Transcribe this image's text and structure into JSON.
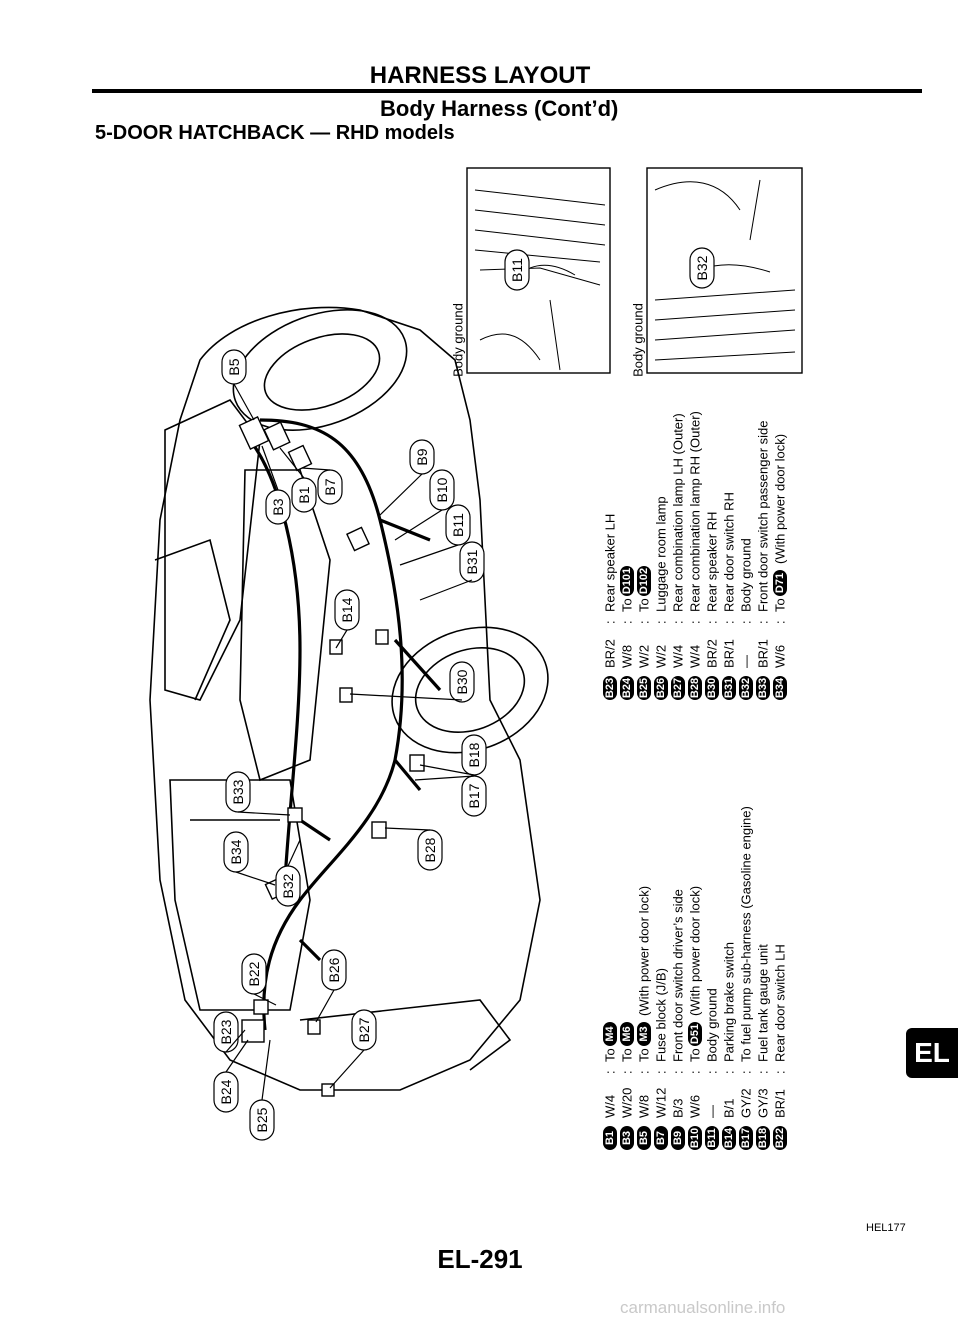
{
  "header": {
    "title": "HARNESS LAYOUT",
    "subtitle": "Body Harness (Cont’d)",
    "section": "5-DOOR HATCHBACK — RHD models"
  },
  "callouts": [
    "B5",
    "B3",
    "B1",
    "B7",
    "B9",
    "B10",
    "B11",
    "B31",
    "B14",
    "B30",
    "B18",
    "B17",
    "B28",
    "B33",
    "B34",
    "B32",
    "B22",
    "B26",
    "B23",
    "B27",
    "B24",
    "B25"
  ],
  "ground_insets": [
    {
      "label": "Body ground",
      "connector": "B11"
    },
    {
      "label": "Body ground",
      "connector": "B32"
    }
  ],
  "legend_left": [
    {
      "tag": "B1",
      "color": "W/4",
      "desc_pre": "To",
      "ref": "M4",
      "desc": ""
    },
    {
      "tag": "B3",
      "color": "W/20",
      "desc_pre": "To",
      "ref": "M6",
      "desc": ""
    },
    {
      "tag": "B5",
      "color": "W/8",
      "desc_pre": "To",
      "ref": "M3",
      "desc": "(With power door lock)"
    },
    {
      "tag": "B7",
      "color": "W/12",
      "desc_pre": "",
      "ref": "",
      "desc": "Fuse block (J/B)"
    },
    {
      "tag": "B9",
      "color": "B/3",
      "desc_pre": "",
      "ref": "",
      "desc": "Front door switch driver’s side"
    },
    {
      "tag": "B10",
      "color": "W/6",
      "desc_pre": "To",
      "ref": "D51",
      "desc": "(With power door lock)"
    },
    {
      "tag": "B11",
      "color": "—",
      "desc_pre": "",
      "ref": "",
      "desc": "Body ground"
    },
    {
      "tag": "B14",
      "color": "B/1",
      "desc_pre": "",
      "ref": "",
      "desc": "Parking brake switch"
    },
    {
      "tag": "B17",
      "color": "GY/2",
      "desc_pre": "",
      "ref": "",
      "desc": "To fuel pump sub-harness (Gasoline engine)"
    },
    {
      "tag": "B18",
      "color": "GY/3",
      "desc_pre": "",
      "ref": "",
      "desc": "Fuel tank gauge unit"
    },
    {
      "tag": "B22",
      "color": "BR/1",
      "desc_pre": "",
      "ref": "",
      "desc": "Rear door switch LH"
    }
  ],
  "legend_right": [
    {
      "tag": "B23",
      "color": "BR/2",
      "desc_pre": "",
      "ref": "",
      "desc": "Rear speaker LH"
    },
    {
      "tag": "B24",
      "color": "W/8",
      "desc_pre": "To",
      "ref": "D101",
      "desc": ""
    },
    {
      "tag": "B25",
      "color": "W/2",
      "desc_pre": "To",
      "ref": "D102",
      "desc": ""
    },
    {
      "tag": "B26",
      "color": "W/2",
      "desc_pre": "",
      "ref": "",
      "desc": "Luggage room lamp"
    },
    {
      "tag": "B27",
      "color": "W/4",
      "desc_pre": "",
      "ref": "",
      "desc": "Rear combination lamp LH (Outer)"
    },
    {
      "tag": "B28",
      "color": "W/4",
      "desc_pre": "",
      "ref": "",
      "desc": "Rear combination lamp RH (Outer)"
    },
    {
      "tag": "B30",
      "color": "BR/2",
      "desc_pre": "",
      "ref": "",
      "desc": "Rear speaker RH"
    },
    {
      "tag": "B31",
      "color": "BR/1",
      "desc_pre": "",
      "ref": "",
      "desc": "Rear door switch RH"
    },
    {
      "tag": "B32",
      "color": "—",
      "desc_pre": "",
      "ref": "",
      "desc": "Body ground"
    },
    {
      "tag": "B33",
      "color": "BR/1",
      "desc_pre": "",
      "ref": "",
      "desc": "Front door switch passenger side"
    },
    {
      "tag": "B34",
      "color": "W/6",
      "desc_pre": "To",
      "ref": "D71",
      "desc": "(With power door lock)"
    }
  ],
  "footer": {
    "figure_id": "HEL177",
    "page": "EL-291",
    "side_tab": "EL",
    "watermark": "carmanualsonline.info"
  }
}
